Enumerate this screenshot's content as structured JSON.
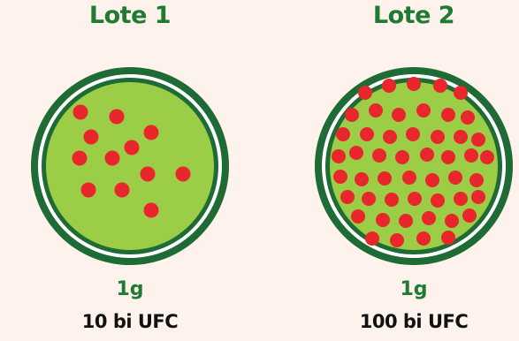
{
  "colors": {
    "background": "#fdf3ec",
    "accent_green": "#1f7a32",
    "dish_ring": "#1f6b35",
    "agar": "#9ccd46",
    "colony": "#e8262b"
  },
  "lots": [
    {
      "title": "Lote 1",
      "mass": "1g",
      "cfu": "10 bi UFC",
      "colony_density": "sparse"
    },
    {
      "title": "Lote 2",
      "mass": "1g",
      "cfu": "100 bi UFC",
      "colony_density": "dense"
    }
  ]
}
